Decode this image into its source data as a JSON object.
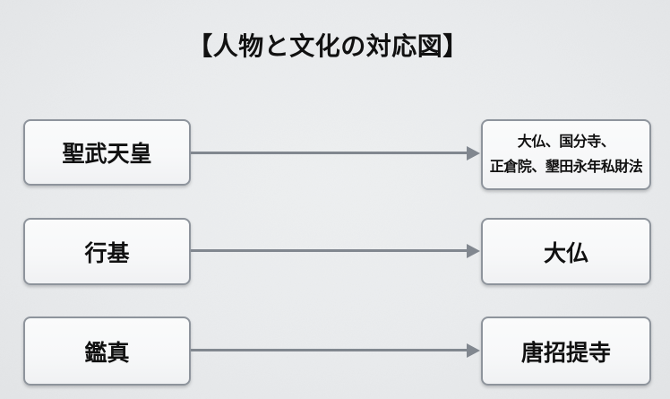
{
  "title": "【人物と文化の対応図】",
  "colors": {
    "background": "#eaecee",
    "box_fill": "#f7f8f9",
    "box_border": "#8e949c",
    "arrow": "#81878f",
    "text": "#111111"
  },
  "diagram": {
    "rows": [
      {
        "person": "聖武天皇",
        "culture_lines": [
          "大仏、国分寺、",
          "正倉院、墾田永年私財法"
        ]
      },
      {
        "person": "行基",
        "culture_lines": [
          "大仏"
        ]
      },
      {
        "person": "鑑真",
        "culture_lines": [
          "唐招提寺"
        ]
      }
    ]
  }
}
